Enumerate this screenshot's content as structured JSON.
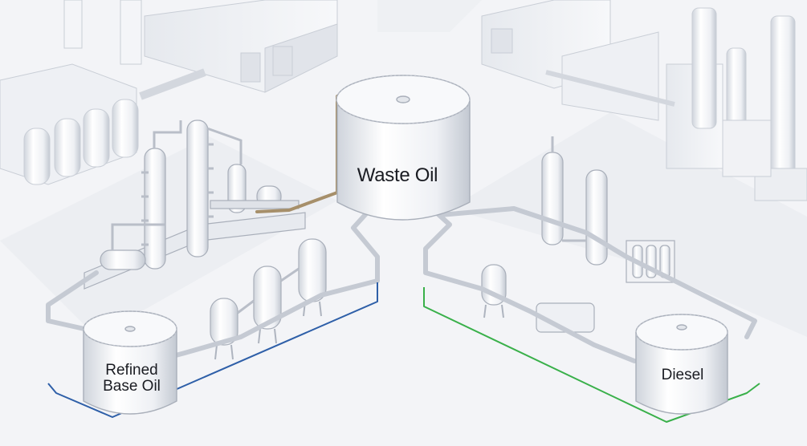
{
  "tanks": {
    "waste_oil": "Waste Oil",
    "refined_base_oil": [
      "Refined",
      "Base Oil"
    ],
    "diesel": "Diesel"
  },
  "colors": {
    "background": "#f3f4f7",
    "ground": "#eceef2",
    "equipment_body": "#ffffff",
    "equipment_shade": "#d9dde4",
    "outline": "#aeb4bf",
    "blue_route": "#2e5fa8",
    "green_route": "#39b04a",
    "feed_pipe": "#a68f6a"
  },
  "icons": {
    "waste_oil_tank": "storage-tank-icon",
    "refined_base_oil_tank": "storage-tank-icon",
    "diesel_tank": "storage-tank-icon"
  }
}
